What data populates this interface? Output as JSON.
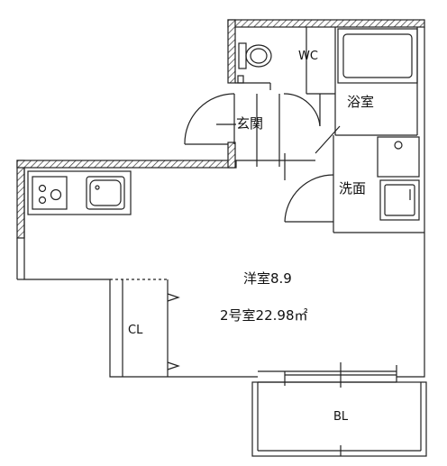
{
  "rooms": {
    "wc": "WC",
    "bath": "浴室",
    "entrance": "玄関",
    "washroom": "洗面",
    "western_room": "洋室8.9",
    "unit": "2号室22.98㎡",
    "closet": "CL",
    "balcony": "BL"
  }
}
